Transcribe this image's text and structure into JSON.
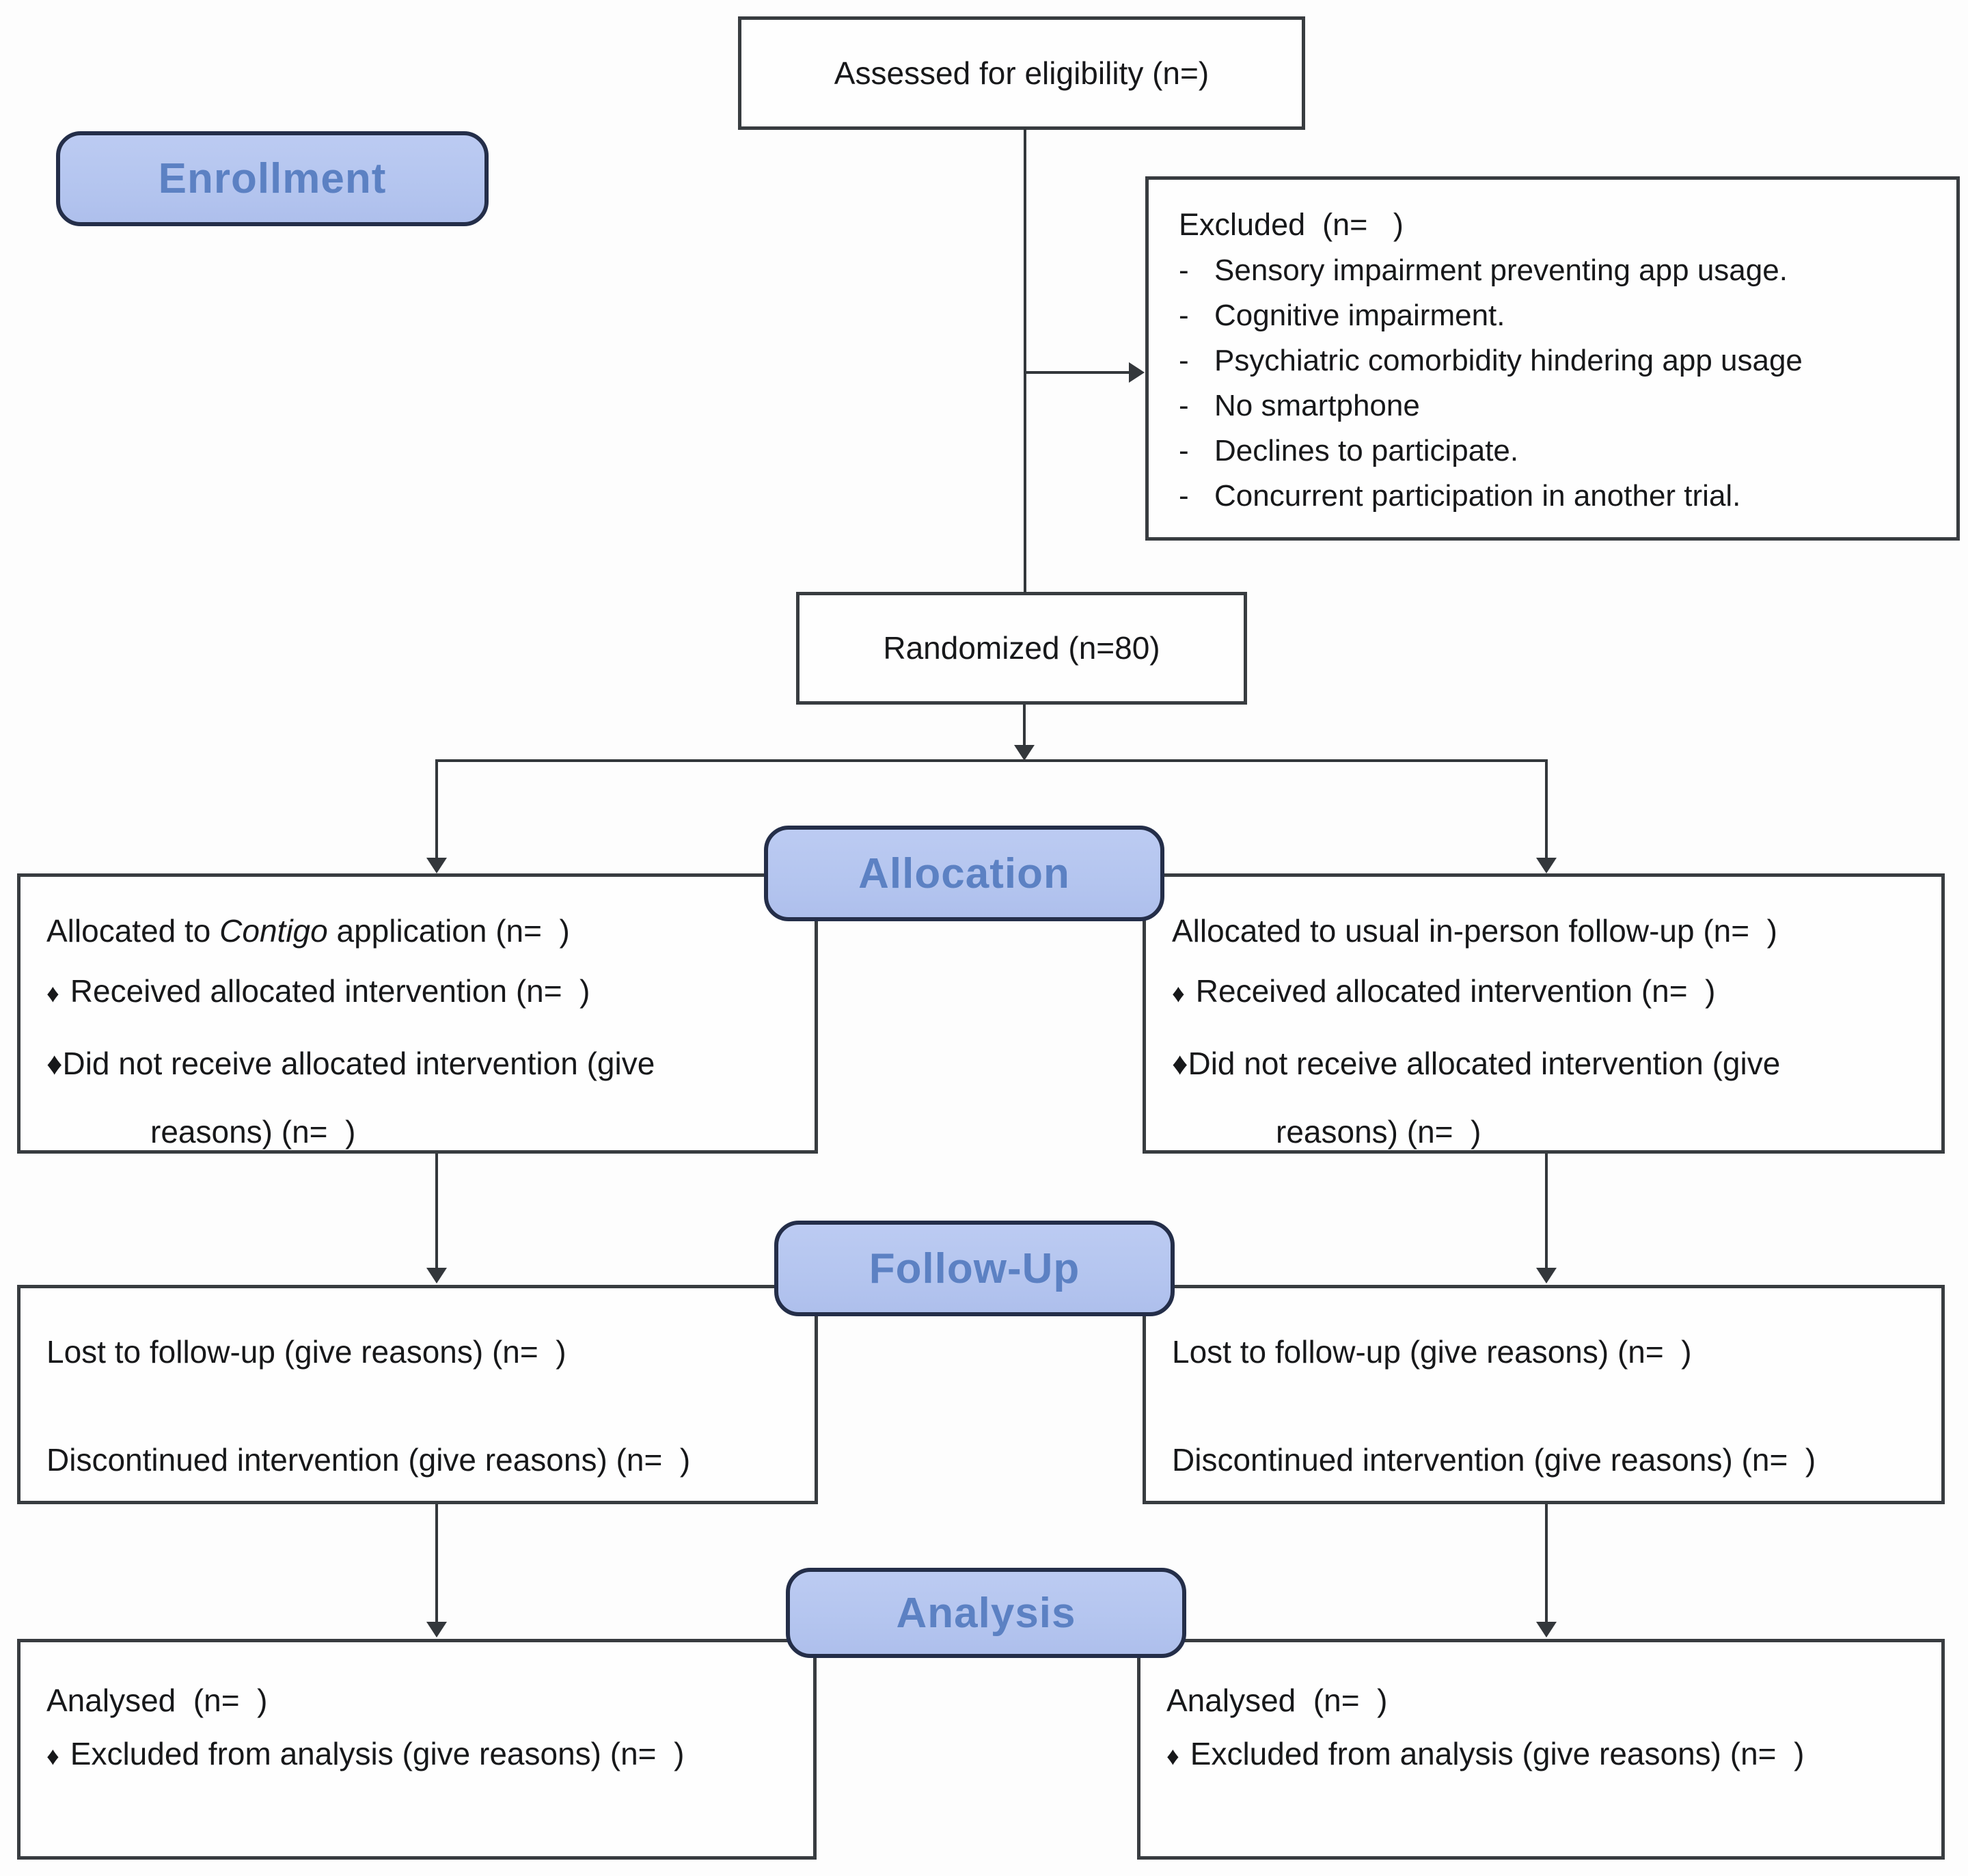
{
  "diagram": {
    "assessed_box": "Assessed for eligibility (n=)",
    "randomized_box": "Randomized (n=80)",
    "stages": {
      "enrollment": "Enrollment",
      "allocation": "Allocation",
      "followup": "Follow-Up",
      "analysis": "Analysis"
    },
    "excluded": {
      "header": "Excluded  (n=   )",
      "reasons": [
        "Sensory impairment preventing app usage.",
        "Cognitive impairment.",
        "Psychiatric comorbidity hindering app usage",
        "No smartphone",
        "Declines to participate.",
        "Concurrent participation in another trial."
      ]
    },
    "allocation_left": {
      "title_pre": "Allocated to ",
      "title_italic": "Contigo",
      "title_post": " application (n=  )",
      "bullet1": "Received allocated intervention (n=  )",
      "bullet2_line1": "Did not receive allocated intervention (give",
      "bullet2_line2": "reasons) (n=  )"
    },
    "allocation_right": {
      "title": "Allocated to usual in-person follow-up (n=  )",
      "bullet1": "Received allocated intervention (n=  )",
      "bullet2_line1": "Did not receive allocated intervention (give",
      "bullet2_line2": "reasons) (n=  )"
    },
    "followup_left": {
      "line1": "Lost to follow-up (give reasons) (n=  )",
      "line2": "Discontinued intervention (give reasons) (n=  )"
    },
    "followup_right": {
      "line1": "Lost to follow-up (give reasons) (n=  )",
      "line2": "Discontinued intervention (give reasons) (n=  )"
    },
    "analysis_left": {
      "line1": "Analysed  (n=  )",
      "bullet": "Excluded from analysis (give reasons) (n=  )"
    },
    "analysis_right": {
      "line1": "Analysed  (n=  )",
      "bullet": "Excluded from analysis (give reasons) (n=  )"
    },
    "glyphs": {
      "diamond": "♦",
      "dash": "-"
    },
    "colors": {
      "stage_fill": "#b7c7f0",
      "stage_text": "#5c81c3",
      "stage_border": "#242e49",
      "box_border": "#383c40",
      "body_text": "#17181a"
    }
  }
}
